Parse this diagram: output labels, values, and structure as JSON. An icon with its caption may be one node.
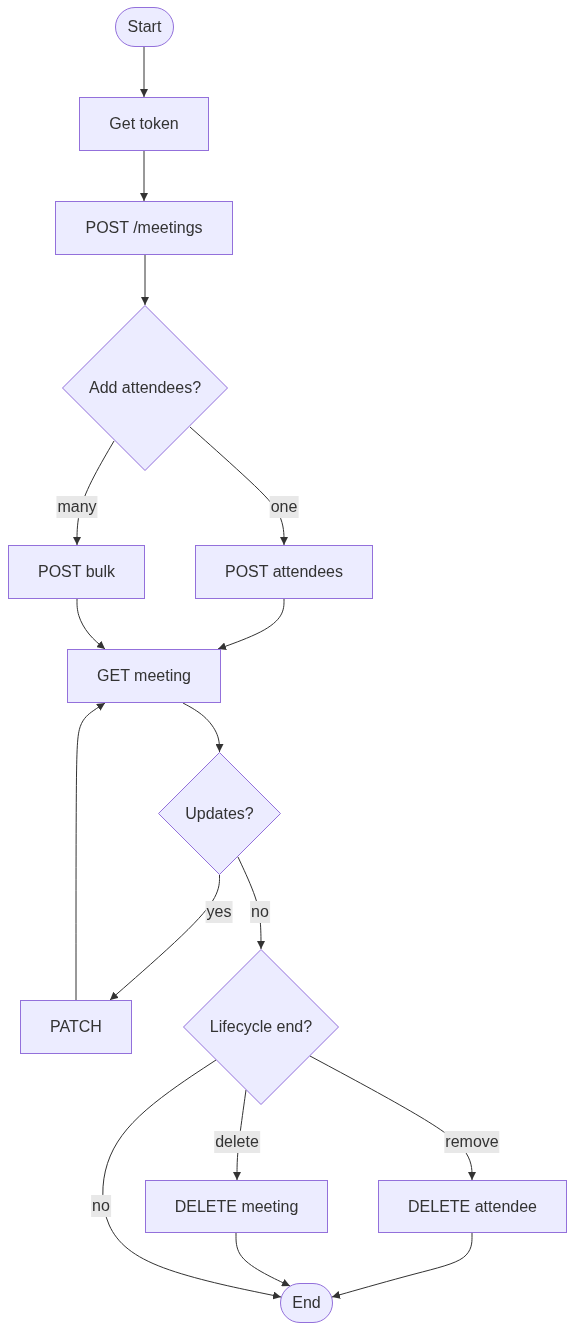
{
  "diagram": {
    "nodes": [
      {
        "text": [
          "Start"
        ]
      },
      {
        "text": [
          "Get token"
        ]
      },
      {
        "text": [
          "POST /meetings"
        ]
      },
      {
        "text": [
          "Add attendees?"
        ]
      },
      {
        "text": [
          "POST bulk"
        ]
      },
      {
        "text": [
          "POST attendees"
        ]
      },
      {
        "text": [
          "GET meeting"
        ]
      },
      {
        "text": [
          "Updates?"
        ]
      },
      {
        "text": [
          "PATCH"
        ]
      },
      {
        "text": [
          "Lifecycle end?"
        ]
      },
      {
        "text": [
          "DELETE meeting"
        ]
      },
      {
        "text": [
          "DELETE attendee"
        ]
      },
      {
        "text": [
          "End"
        ]
      }
    ],
    "edges": [
      {
        "from": 0,
        "to": 1,
        "arrow": "to"
      },
      {
        "from": 1,
        "to": 2,
        "arrow": "to"
      },
      {
        "from": 2,
        "to": 3,
        "arrow": "to"
      },
      {
        "from": 3,
        "to": 4,
        "arrow": "to",
        "label": "many"
      },
      {
        "from": 3,
        "to": 5,
        "arrow": "to",
        "label": "one"
      },
      {
        "from": 4,
        "to": 6,
        "arrow": "to"
      },
      {
        "from": 5,
        "to": 6,
        "arrow": "to"
      },
      {
        "from": 6,
        "to": 7,
        "arrow": "to"
      },
      {
        "from": 7,
        "to": 8,
        "arrow": "to",
        "label": "yes"
      },
      {
        "from": 8,
        "to": 6,
        "arrow": "to"
      },
      {
        "from": 7,
        "to": 9,
        "arrow": "to",
        "label": "no"
      },
      {
        "from": 9,
        "to": 10,
        "arrow": "to",
        "label": "delete"
      },
      {
        "from": 9,
        "to": 11,
        "arrow": "to",
        "label": "remove"
      },
      {
        "from": 9,
        "to": 12,
        "arrow": "to",
        "label": "no"
      },
      {
        "from": 10,
        "to": 12,
        "arrow": "to"
      },
      {
        "from": 11,
        "to": 12,
        "arrow": "to"
      }
    ]
  }
}
